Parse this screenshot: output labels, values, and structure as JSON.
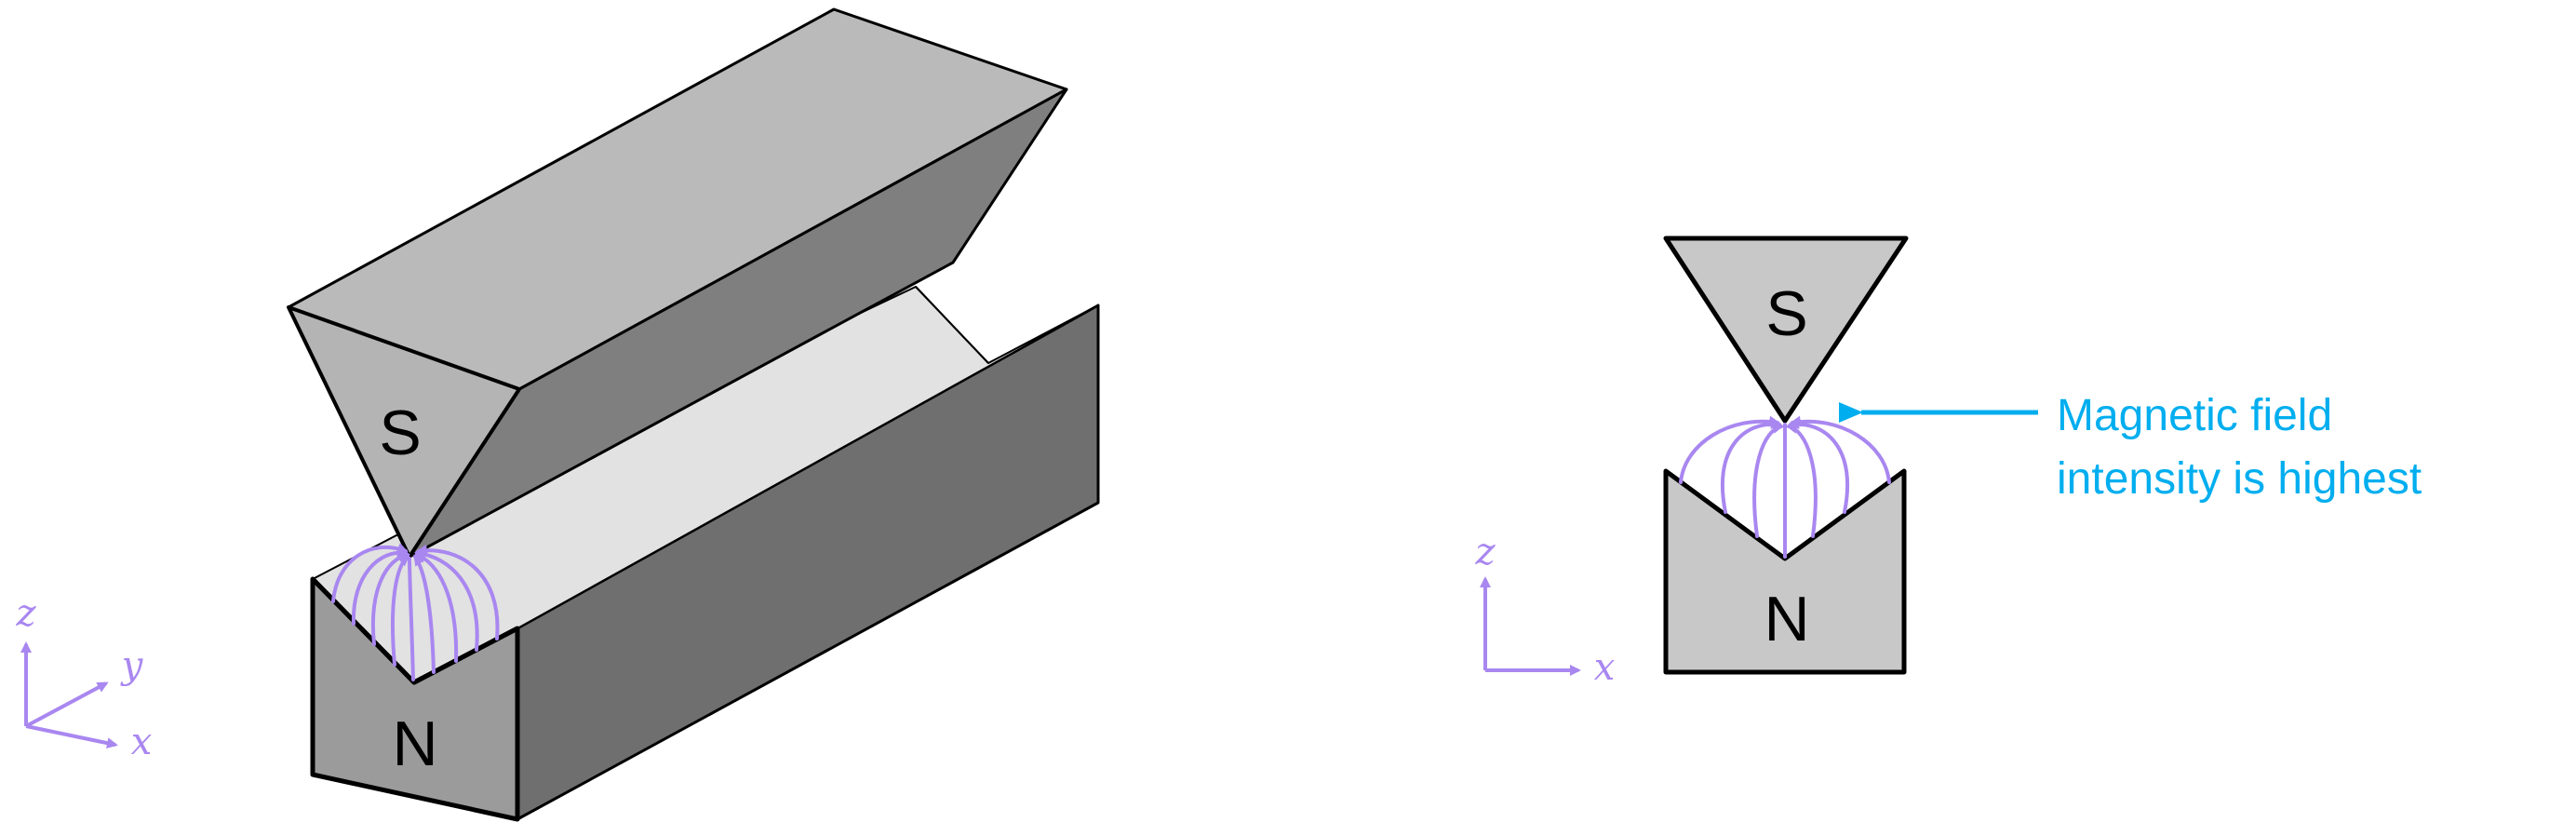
{
  "colors": {
    "field_lines": "#a987f0",
    "callout": "#00aeef",
    "face_top": "#bababa",
    "face_side_dark": "#7f7f7f",
    "face_front": "#9b9b9b",
    "channel": "#e2e2e2",
    "n_side": "#6f6f6f",
    "outline": "#000000",
    "front_view_fill": "#c8c8c8"
  },
  "isometric_view": {
    "south_pole_label": "S",
    "north_pole_label": "N",
    "axes": {
      "z": "z",
      "y": "y",
      "x": "x"
    }
  },
  "front_view": {
    "south_pole_label": "S",
    "north_pole_label": "N",
    "axes": {
      "z": "z",
      "x": "x"
    },
    "callout": {
      "line1": "Magnetic field",
      "line2": "intensity is highest"
    }
  }
}
